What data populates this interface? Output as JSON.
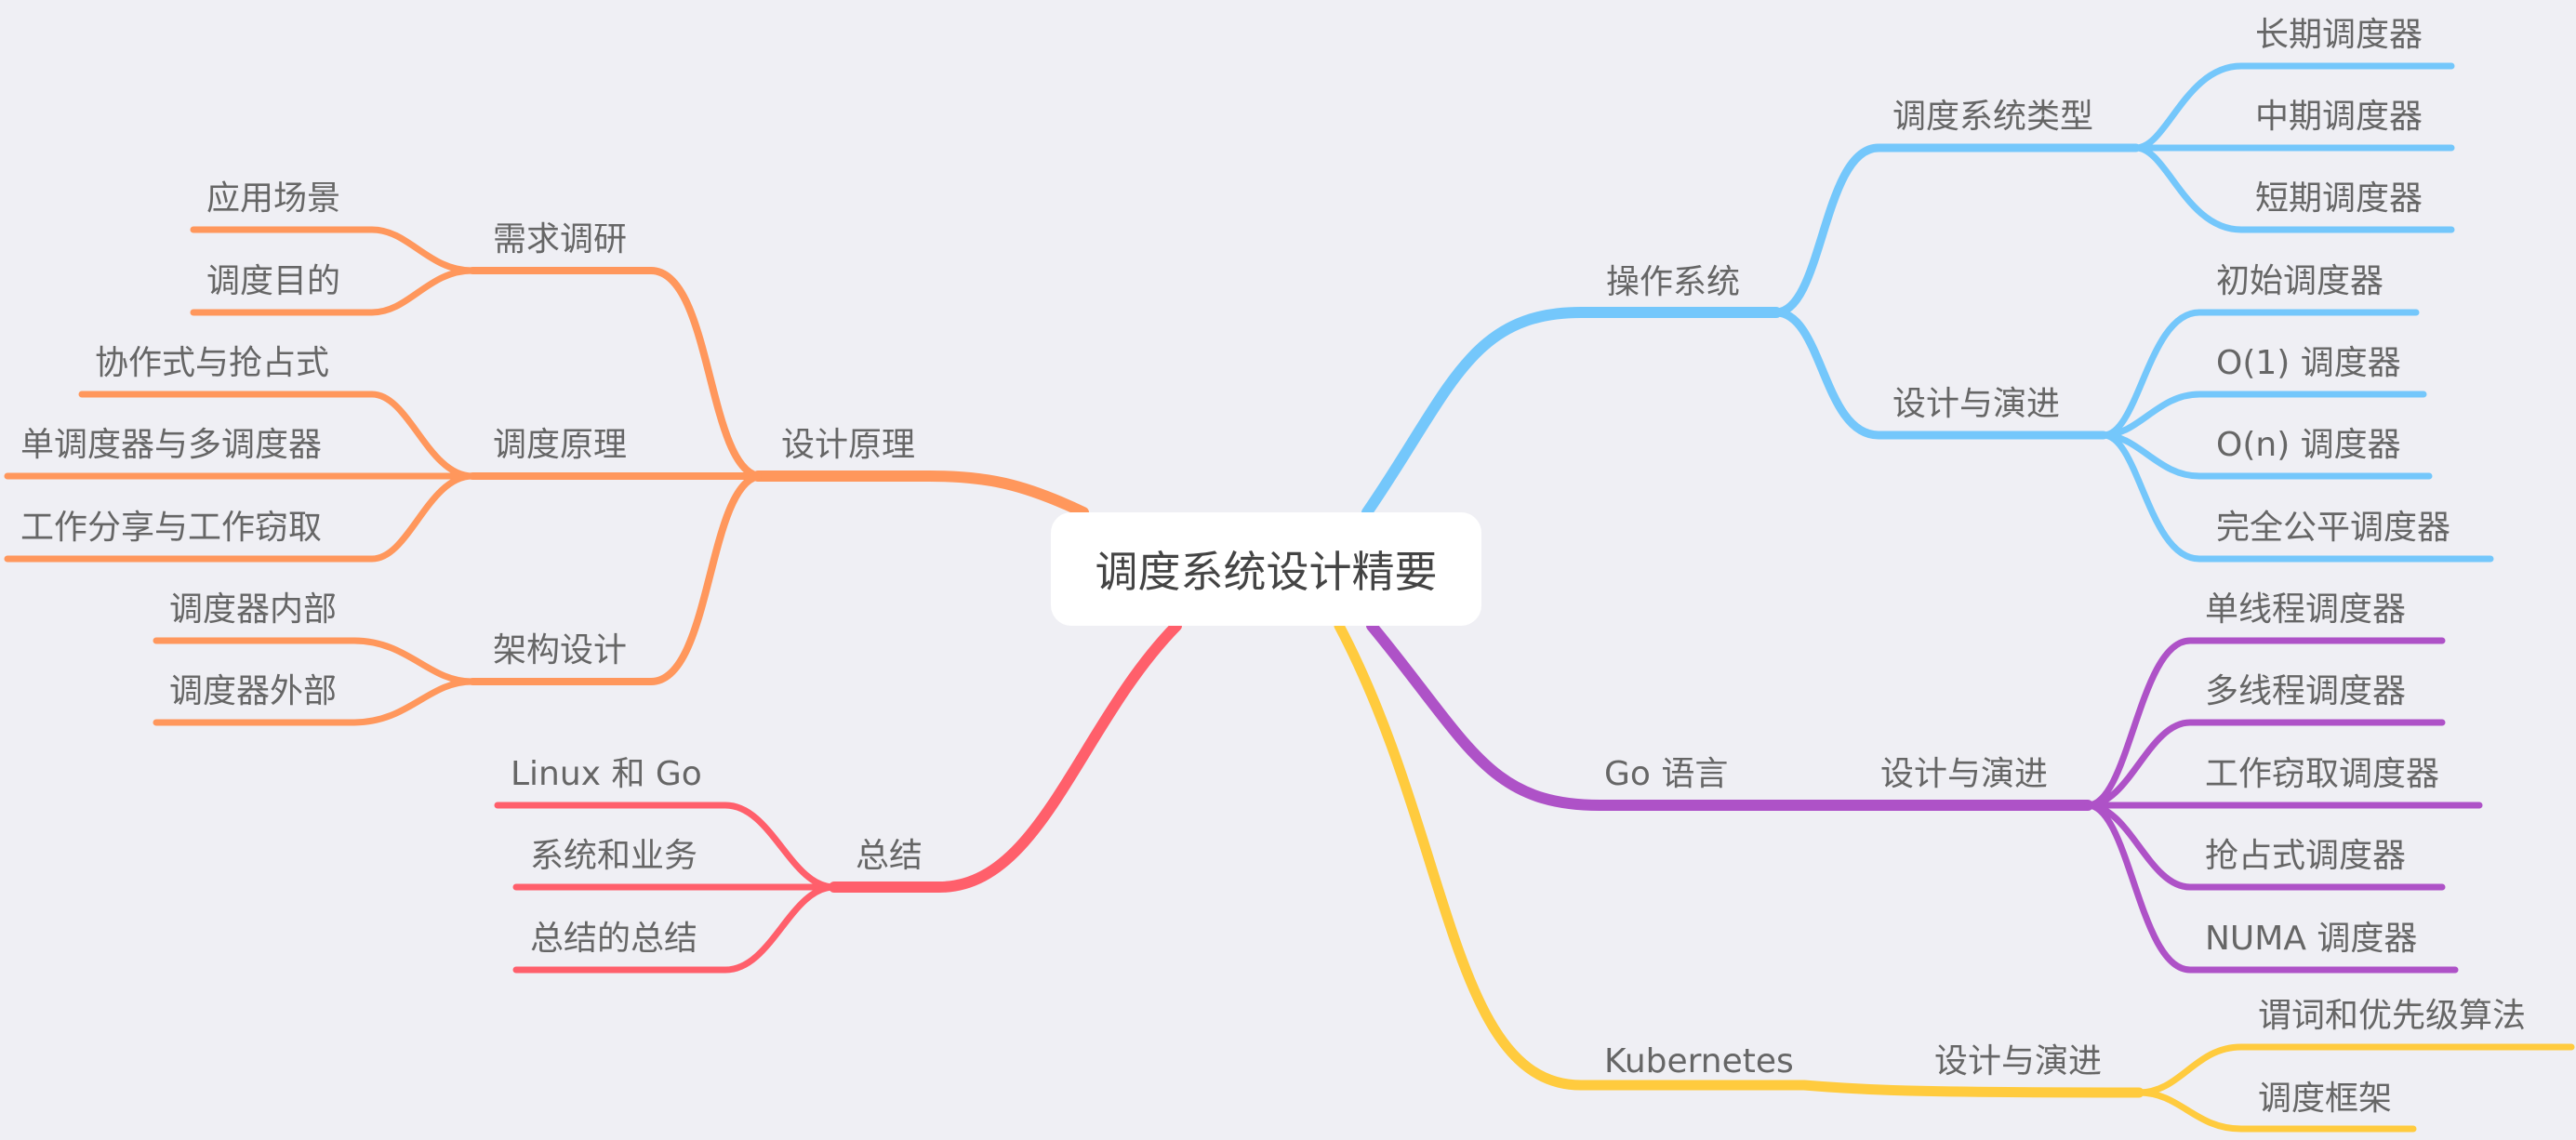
{
  "root": {
    "label": "调度系统设计精要"
  },
  "colors": {
    "background": "#efeff4",
    "text": "#666666",
    "root_text": "#444444",
    "os": "#74c7fb",
    "design": "#ff975c",
    "go": "#ae52c7",
    "kubernetes": "#ffcb3e",
    "summary": "#ff5f6b"
  },
  "branches": {
    "os": {
      "label": "操作系统",
      "children": [
        {
          "label": "调度系统类型",
          "children": [
            "长期调度器",
            "中期调度器",
            "短期调度器"
          ]
        },
        {
          "label": "设计与演进",
          "children": [
            "初始调度器",
            "O(1) 调度器",
            "O(n) 调度器",
            "完全公平调度器"
          ]
        }
      ]
    },
    "go": {
      "label": "Go 语言",
      "children": [
        {
          "label": "设计与演进",
          "children": [
            "单线程调度器",
            "多线程调度器",
            "工作窃取调度器",
            "抢占式调度器",
            "NUMA 调度器"
          ]
        }
      ]
    },
    "kubernetes": {
      "label": "Kubernetes",
      "children": [
        {
          "label": "设计与演进",
          "children": [
            "谓词和优先级算法",
            "调度框架"
          ]
        }
      ]
    },
    "design": {
      "label": "设计原理",
      "children": [
        {
          "label": "需求调研",
          "children": [
            "应用场景",
            "调度目的"
          ]
        },
        {
          "label": "调度原理",
          "children": [
            "协作式与抢占式",
            "单调度器与多调度器",
            "工作分享与工作窃取"
          ]
        },
        {
          "label": "架构设计",
          "children": [
            "调度器内部",
            "调度器外部"
          ]
        }
      ]
    },
    "summary": {
      "label": "总结",
      "children": [
        "Linux 和 Go",
        "系统和业务",
        "总结的总结"
      ]
    }
  }
}
